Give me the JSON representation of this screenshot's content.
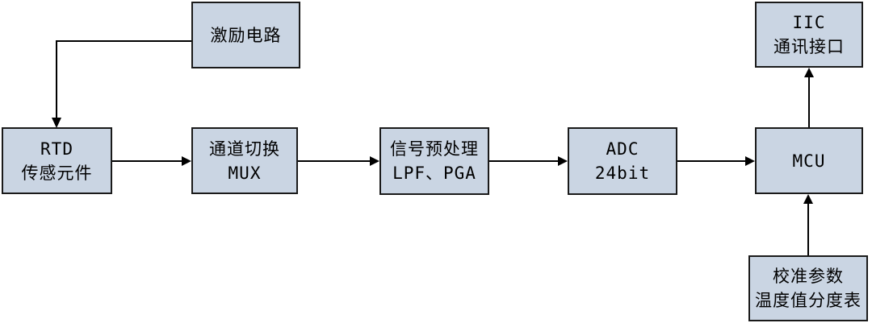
{
  "colors": {
    "background": "#ffffff",
    "box_fill": "#cad5e3",
    "box_border": "#1a1a1a",
    "connector": "#000000",
    "text": "#000000"
  },
  "nodes": {
    "excitation": {
      "lines": [
        "激励电路"
      ]
    },
    "rtd": {
      "lines": [
        "RTD",
        "传感元件"
      ]
    },
    "mux": {
      "lines": [
        "通道切换",
        "MUX"
      ]
    },
    "preproc": {
      "lines": [
        "信号预处理",
        "LPF、PGA"
      ]
    },
    "adc": {
      "lines": [
        "ADC",
        "24bit"
      ]
    },
    "mcu": {
      "lines": [
        "MCU"
      ]
    },
    "iic": {
      "lines": [
        "IIC",
        "通讯接口"
      ]
    },
    "calib": {
      "lines": [
        "校准参数",
        "温度值分度表"
      ]
    }
  },
  "connections": [
    {
      "from": "excitation",
      "to": "rtd",
      "style": "elbow-down"
    },
    {
      "from": "rtd",
      "to": "mux",
      "style": "right"
    },
    {
      "from": "mux",
      "to": "preproc",
      "style": "right"
    },
    {
      "from": "preproc",
      "to": "adc",
      "style": "right"
    },
    {
      "from": "adc",
      "to": "mcu",
      "style": "right"
    },
    {
      "from": "mcu",
      "to": "iic",
      "style": "up"
    },
    {
      "from": "calib",
      "to": "mcu",
      "style": "up"
    }
  ]
}
